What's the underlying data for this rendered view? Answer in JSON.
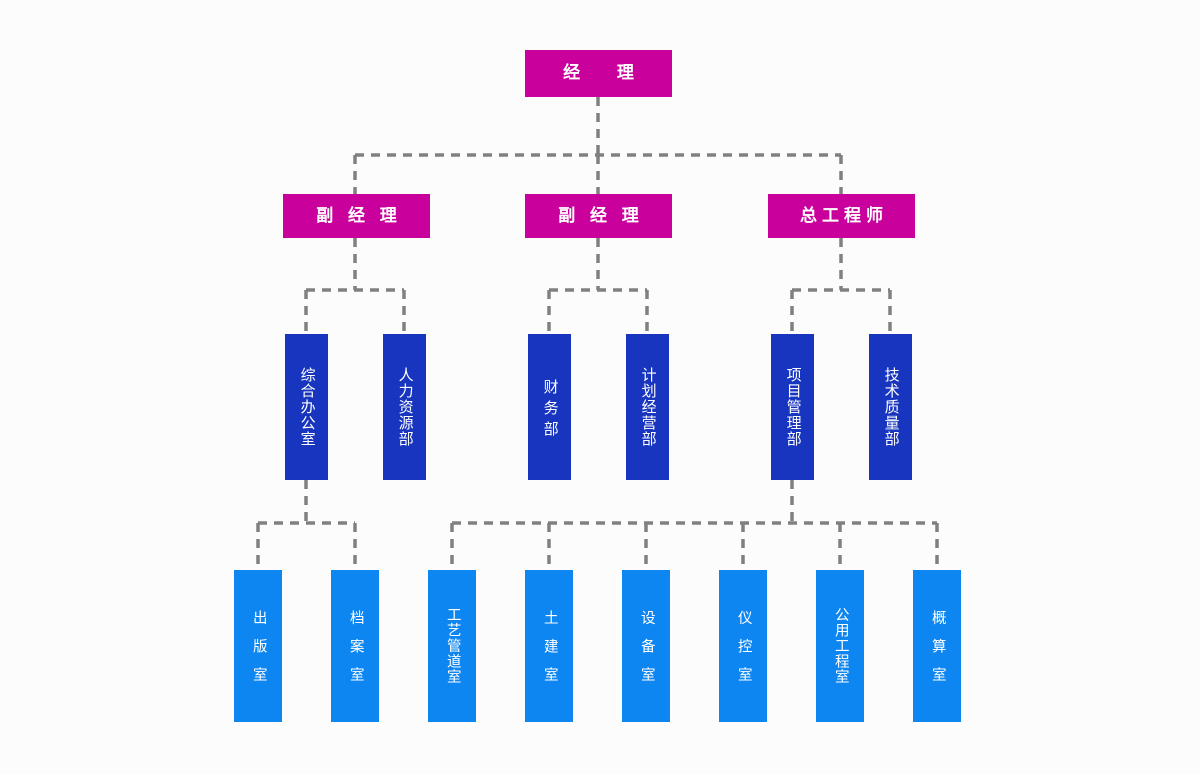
{
  "chart": {
    "title": "",
    "type": "organization-chart",
    "background_color": "#fcfcfc",
    "connector_color": "#808080",
    "connector_style": "dashed",
    "levels": [
      {
        "level": 1,
        "color": "#c9009b",
        "orientation": "horizontal",
        "nodes": [
          {
            "id": "n1",
            "label": "经 理"
          }
        ]
      },
      {
        "level": 2,
        "color": "#c9009b",
        "orientation": "horizontal",
        "nodes": [
          {
            "id": "n2",
            "label": "副 经 理"
          },
          {
            "id": "n3",
            "label": "副 经 理"
          },
          {
            "id": "n4",
            "label": "总工程师"
          }
        ]
      },
      {
        "level": 3,
        "color": "#1835bf",
        "orientation": "vertical",
        "nodes": [
          {
            "id": "n5",
            "label": "综合办公室"
          },
          {
            "id": "n6",
            "label": "人力资源部"
          },
          {
            "id": "n7",
            "label": "财务部"
          },
          {
            "id": "n8",
            "label": "计划经营部"
          },
          {
            "id": "n9",
            "label": "项目管理部"
          },
          {
            "id": "n10",
            "label": "技术质量部"
          }
        ]
      },
      {
        "level": 4,
        "color": "#0d86f2",
        "orientation": "vertical",
        "nodes": [
          {
            "id": "n11",
            "label": "出版室"
          },
          {
            "id": "n12",
            "label": "档案室"
          },
          {
            "id": "n13",
            "label": "工艺管道室"
          },
          {
            "id": "n14",
            "label": "土建室"
          },
          {
            "id": "n15",
            "label": "设备室"
          },
          {
            "id": "n16",
            "label": "仪控室"
          },
          {
            "id": "n17",
            "label": "公用工程室"
          },
          {
            "id": "n18",
            "label": "概算室"
          }
        ]
      }
    ],
    "edges": [
      {
        "from": "n1",
        "to": "n2"
      },
      {
        "from": "n1",
        "to": "n3"
      },
      {
        "from": "n1",
        "to": "n4"
      },
      {
        "from": "n2",
        "to": "n5"
      },
      {
        "from": "n2",
        "to": "n6"
      },
      {
        "from": "n3",
        "to": "n7"
      },
      {
        "from": "n3",
        "to": "n8"
      },
      {
        "from": "n4",
        "to": "n9"
      },
      {
        "from": "n4",
        "to": "n10"
      },
      {
        "from": "n5",
        "to": "n11"
      },
      {
        "from": "n5",
        "to": "n12"
      },
      {
        "from": "n9",
        "to": "n13"
      },
      {
        "from": "n9",
        "to": "n14"
      },
      {
        "from": "n9",
        "to": "n15"
      },
      {
        "from": "n9",
        "to": "n16"
      },
      {
        "from": "n9",
        "to": "n17"
      },
      {
        "from": "n9",
        "to": "n18"
      }
    ]
  }
}
